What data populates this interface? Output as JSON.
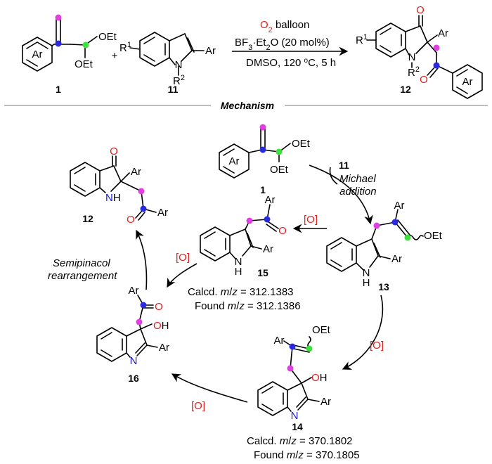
{
  "colors": {
    "oxygen_label": "#e02020",
    "nitrogen_label": "#1a1acc",
    "dot_magenta": "#e040e0",
    "dot_blue": "#2a2ae0",
    "dot_green": "#3ee03e",
    "divider": "#bdbdbd"
  },
  "reaction": {
    "plus": "+",
    "cond1_o2": "O",
    "cond1_sub": "2",
    "cond1_rest": " balloon",
    "cond2_a": "BF",
    "cond2_sub3": "3",
    "cond2_b": "·Et",
    "cond2_sub2": "2",
    "cond2_c": "O (20 mol%)",
    "cond3_a": "DMSO, 120 ",
    "cond3_sup": "o",
    "cond3_b": "C, 5 h"
  },
  "header": {
    "title": "Mechanism"
  },
  "labels": {
    "ar": "Ar",
    "oet": "OEt",
    "o": "O",
    "oh": "OH",
    "n": "N",
    "nh": "NH",
    "h": "H",
    "r1": "R",
    "r1_sup": "1",
    "r2": "R",
    "r2_sup": "2"
  },
  "compounds": {
    "c1": "1",
    "c11": "11",
    "c12": "12",
    "c13": "13",
    "c14": "14",
    "c15": "15",
    "c16": "16"
  },
  "steps": {
    "michael_1": "Michael",
    "michael_2": "addition",
    "oxidation": "[O]",
    "semipinacol_1": "Semipinacol",
    "semipinacol_2": "rearrangement"
  },
  "ms15": {
    "calcd_label": "Calcd. ",
    "m": "m",
    "slash": "/",
    "z": "z",
    "calcd_value": " = 312.1383",
    "found_label": "Found ",
    "found_value": " = 312.1386"
  },
  "ms14": {
    "calcd_label": "Calcd. ",
    "m": "m",
    "slash": "/",
    "z": "z",
    "calcd_value": " = 370.1802",
    "found_label": "Found ",
    "found_value": " = 370.1805"
  }
}
